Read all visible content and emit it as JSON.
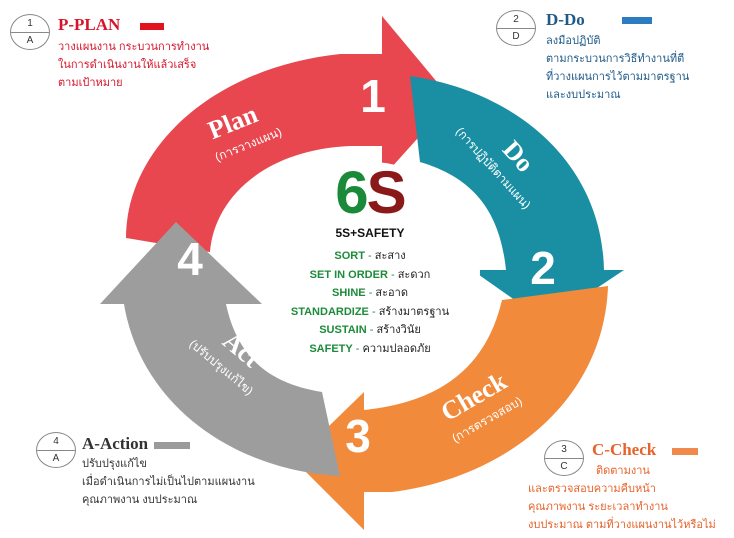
{
  "center": {
    "title_num": "6",
    "title_s": "S",
    "subtitle": "5S+SAFETY",
    "items": [
      {
        "en": "SORT",
        "th": "สะสาง"
      },
      {
        "en": "SET IN ORDER",
        "th": "สะดวก"
      },
      {
        "en": "SHINE",
        "th": "สะอาด"
      },
      {
        "en": "STANDARDIZE",
        "th": "สร้างมาตรฐาน"
      },
      {
        "en": "SUSTAIN",
        "th": "สร้างวินัย"
      },
      {
        "en": "SAFETY",
        "th": "ความปลอดภัย"
      }
    ],
    "separator": "-"
  },
  "cycle": {
    "plan": {
      "number": "1",
      "label": "Plan",
      "sub": "(การวางแผน)",
      "color": "#e8474f"
    },
    "do": {
      "number": "2",
      "label": "Do",
      "sub": "(การปฏิบัติตามแผน)",
      "color": "#1a8fa3"
    },
    "check": {
      "number": "3",
      "label": "Check",
      "sub": "(การตรวจสอบ)",
      "color": "#f28a3c"
    },
    "act": {
      "number": "4",
      "label": "Act",
      "sub": "(ปรับปรุงแก้ไข)",
      "color": "#9d9d9d"
    }
  },
  "legends": {
    "plan": {
      "num": "1",
      "letter": "A",
      "title": "P-PLAN",
      "color": "#d7152a",
      "swatch": "#e0131f",
      "lines": [
        "วางแผนงาน กระบวนการทำงาน",
        "ในการดำเนินงานให้แล้วเสร็จ",
        "ตามเป้าหมาย"
      ]
    },
    "do": {
      "num": "2",
      "letter": "D",
      "title": "D-Do",
      "color": "#1f5a87",
      "swatch": "#2b7cc1",
      "lines": [
        "ลงมือปฏิบัติ",
        "ตามกระบวนการวิธีทำงานที่ตี",
        "ที่วางแผนการไว้ตามมาตรฐาน",
        "และงบประมาณ"
      ]
    },
    "check": {
      "num": "3",
      "letter": "C",
      "title": "C-Check",
      "color": "#e8622a",
      "swatch": "#f08a4c",
      "lines": [
        "ติดตามงาน",
        "และตรวจสอบความคืบหน้า",
        "คุณภาพงาน ระยะเวลาทำงาน",
        "งบประมาณ ตามที่วางแผนงานไว้หรือไม่"
      ]
    },
    "act": {
      "num": "4",
      "letter": "A",
      "title": "A-Action",
      "color": "#333333",
      "swatch": "#9b9b9b",
      "lines": [
        "ปรับปรุงแก้ไข",
        "เมื่อดำเนินการไม่เป็นไปตามแผนงาน",
        "คุณภาพงาน งบประมาณ"
      ]
    }
  }
}
